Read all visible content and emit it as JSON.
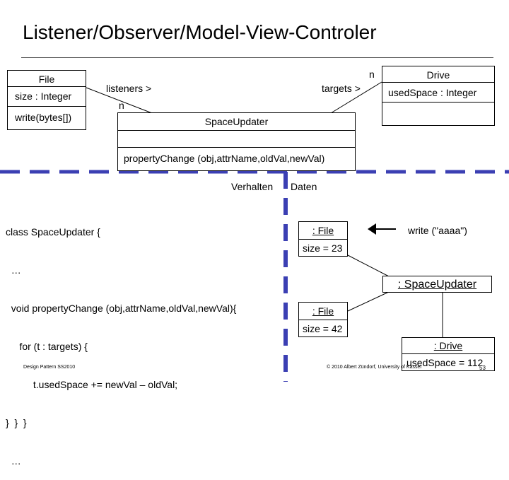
{
  "title": "Listener/Observer/Model-View-Controler",
  "file_class": {
    "name": "File",
    "attribute": "size : Integer",
    "method": "write(bytes[])"
  },
  "drive_class": {
    "name": "Drive",
    "attribute": "usedSpace : Integer"
  },
  "updater_class": {
    "name": "SpaceUpdater",
    "method": "propertyChange (obj,attrName,oldVal,newVal)"
  },
  "associations": {
    "listeners": "listeners >",
    "listeners_mult": "n",
    "targets": "targets >",
    "targets_mult": "n"
  },
  "sections": {
    "behavior": "Verhalten",
    "data": "Daten"
  },
  "code_lines": [
    "class SpaceUpdater {",
    "  …",
    "  void propertyChange (obj,attrName,oldVal,newVal){",
    "     for (t : targets) {",
    "          t.usedSpace += newVal – oldVal;",
    "}  }  }",
    "  …"
  ],
  "objects": {
    "file1": {
      "name": ": File",
      "value": "size = 23"
    },
    "write_call": "write (\"aaaa\")",
    "updater": ": SpaceUpdater",
    "file2": {
      "name": ": File",
      "value": "size = 42"
    },
    "drive": {
      "name": ": Drive",
      "value": "usedSpace = 112"
    }
  },
  "footer": {
    "left": "Design Pattern SS2010",
    "center": "© 2010 Albert Zündorf, University of Kassel",
    "page": "53"
  }
}
